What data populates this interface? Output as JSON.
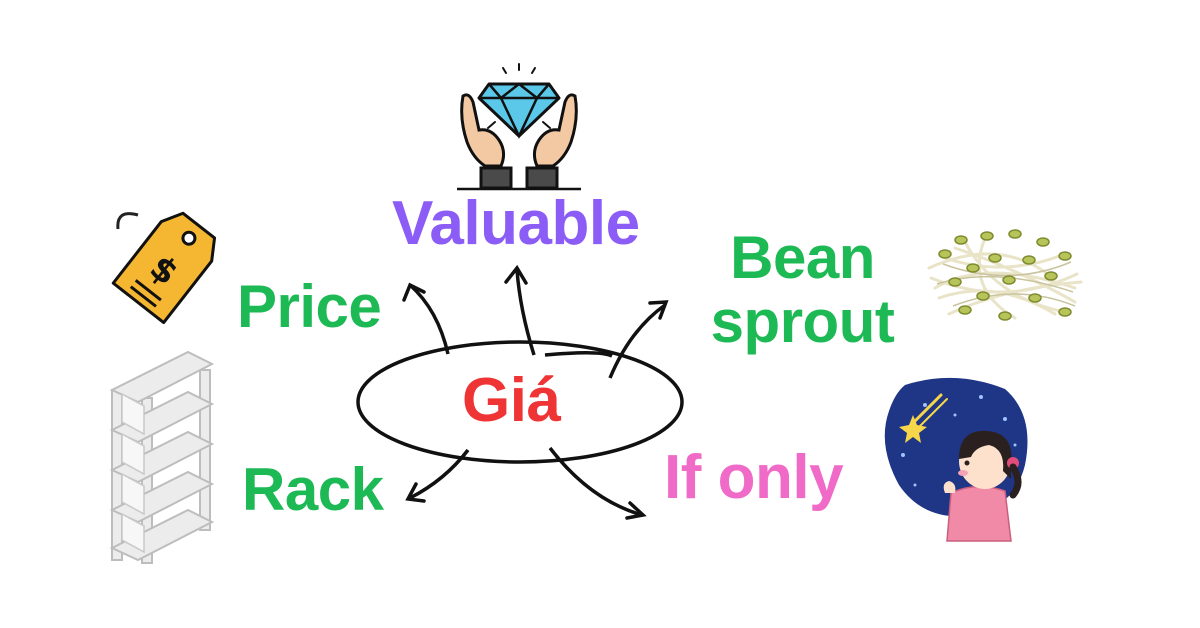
{
  "center": {
    "label": "Giá",
    "color": "#ee3434"
  },
  "meanings": [
    {
      "id": "valuable",
      "label": "Valuable",
      "color": "#8b5cf6",
      "icon": "diamond-in-hands-icon"
    },
    {
      "id": "price",
      "label": "Price",
      "color": "#1db955",
      "icon": "price-tag-icon"
    },
    {
      "id": "bean-sprout",
      "label_line1": "Bean",
      "label_line2": "sprout",
      "color": "#1db955",
      "icon": "bean-sprouts-icon"
    },
    {
      "id": "rack",
      "label": "Rack",
      "color": "#1db955",
      "icon": "shelf-rack-icon"
    },
    {
      "id": "if-only",
      "label": "If only",
      "color": "#f06ac8",
      "icon": "girl-wishing-on-star-icon"
    }
  ],
  "stroke_color": "#111111"
}
